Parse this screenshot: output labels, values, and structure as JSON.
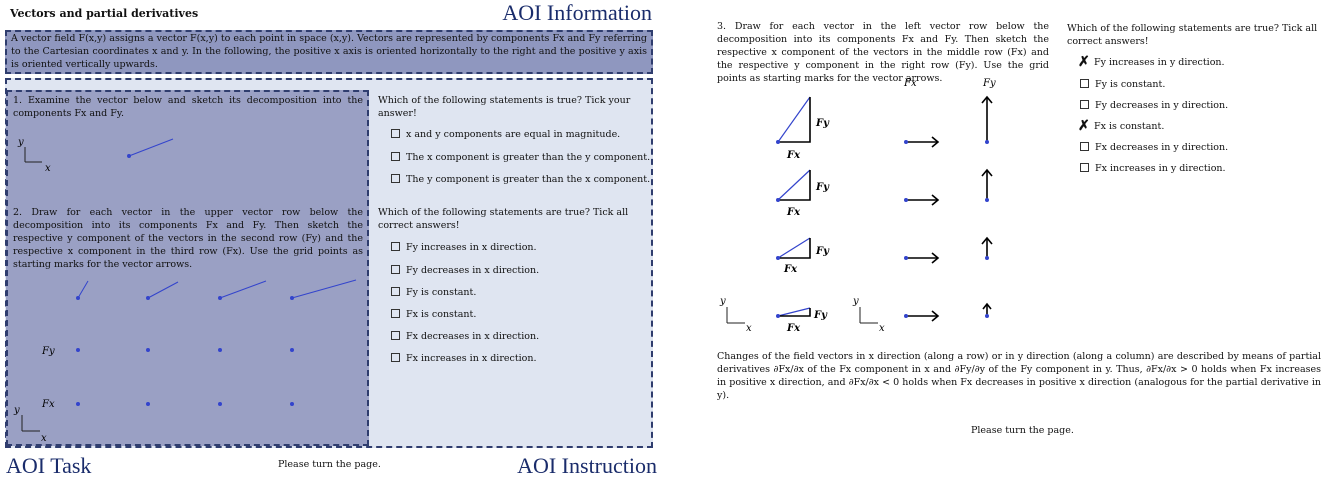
{
  "left": {
    "title": "Vectors and partial derivatives",
    "aoi_information_label": "AOI Information",
    "aoi_task_label": "AOI Task",
    "aoi_instruction_label": "AOI Instruction",
    "intro": "A vector field F(x,y) assigns a vector F(x,y) to each point in space (x,y). Vectors are represented by components Fx and Fy referring to the Cartesian coordinates x and y. In the following, the positive x axis is oriented horizontally to the right and the positive y axis is oriented vertically upwards.",
    "task1": "1. Examine the vector below and sketch its decomposition into the components Fx and Fy.",
    "task1_question": "Which of the following statements is true? Tick your answer!",
    "task1_options": [
      "x and y components are equal in magnitude.",
      "The x component is greater than the y component.",
      "The y component is greater than the x component."
    ],
    "task2": "2. Draw for each vector in the upper vector row below the decomposition into its components Fx and Fy. Then sketch the respective y component of the vectors in the second row (Fy) and the respective x component in the third row (Fx). Use the grid points as starting marks for the vector arrows.",
    "task2_question": "Which of the following statements are true? Tick all correct answers!",
    "task2_options": [
      "Fy increases in x direction.",
      "Fy decreases in x direction.",
      "Fy is constant.",
      "Fx is constant.",
      "Fx decreases in x direction.",
      "Fx increases in x direction."
    ],
    "row_label_fy": "Fy",
    "row_label_fx": "Fx",
    "axis_x": "x",
    "axis_y": "y",
    "footer": "Please turn the page."
  },
  "right": {
    "task3": "3. Draw for each vector in the left vector row below the decomposition into its components Fx and Fy. Then sketch the respective x component of the vectors in the middle row (Fx) and the respective y component in the right row (Fy). Use the grid points as starting marks for the vector arrows.",
    "col_label_fx": "Fx",
    "col_label_fy": "Fy",
    "question": "Which of the following statements are true? Tick all correct answers!",
    "options": [
      {
        "text": "Fy increases in y direction.",
        "checked": true
      },
      {
        "text": "Fy is constant.",
        "checked": false
      },
      {
        "text": "Fy decreases in y direction.",
        "checked": false
      },
      {
        "text": "Fx is constant.",
        "checked": true
      },
      {
        "text": "Fx decreases in y direction.",
        "checked": false
      },
      {
        "text": "Fx increases in y direction.",
        "checked": false
      }
    ],
    "sketch_label_fx": "Fx",
    "sketch_label_fy": "Fy",
    "axis_x": "x",
    "axis_y": "y",
    "summary": "Changes of the field vectors in x direction (along a row) or in y direction (along a column) are described by means of partial derivatives ∂Fx/∂x of the Fx component in x and ∂Fy/∂y of the Fy component in y. Thus, ∂Fx/∂x > 0 holds when Fx increases in positive x direction, and ∂Fx/∂x < 0 holds when Fx decreases in positive x direction (analogous for the partial derivative in y).",
    "footer": "Please turn the page."
  },
  "colors": {
    "aoi_label": "#1a2c6b",
    "aoi_task_fill": "#9aa0c4",
    "aoi_outer_fill": "#dfe5f1",
    "vector": "#3344cc",
    "sketch": "#000000"
  }
}
